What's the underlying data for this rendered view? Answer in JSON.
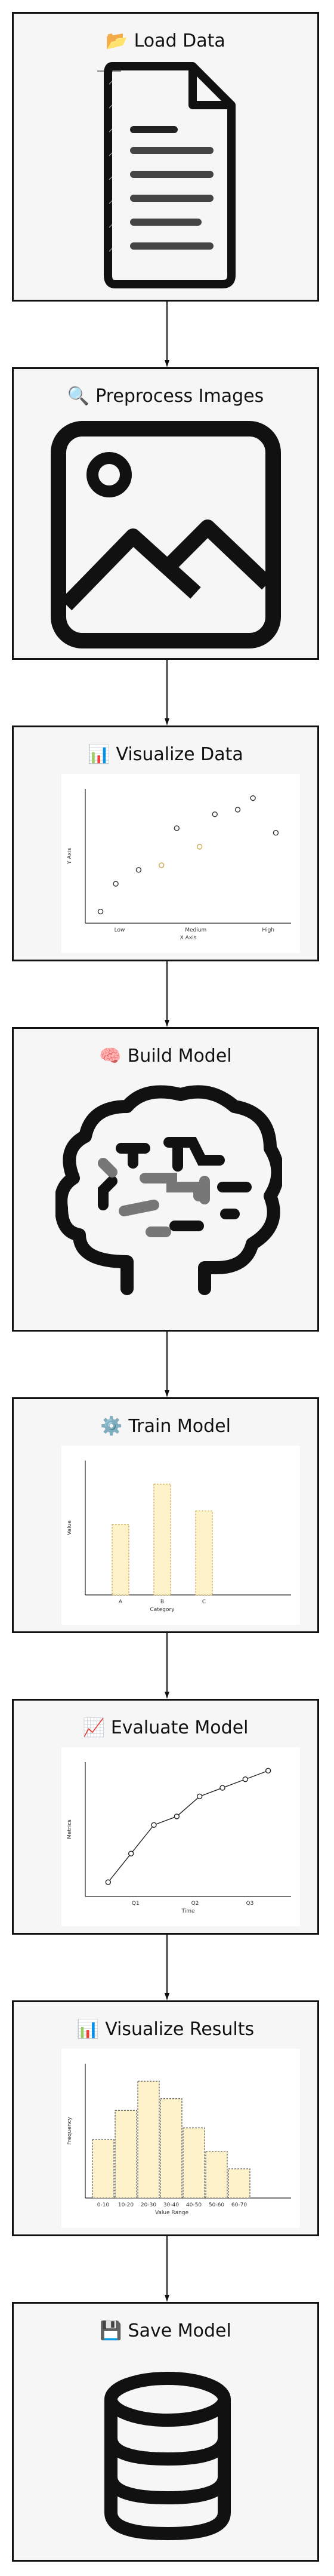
{
  "steps": [
    {
      "emoji": "📂",
      "label": "Load Data",
      "icon": "document-icon"
    },
    {
      "emoji": "🔍",
      "label": "Preprocess Images",
      "icon": "image-icon"
    },
    {
      "emoji": "📊",
      "label": "Visualize Data",
      "icon": "scatter-chart"
    },
    {
      "emoji": "🧠",
      "label": "Build Model",
      "icon": "brain-icon"
    },
    {
      "emoji": "⚙️",
      "label": "Train Model",
      "icon": "bar-chart"
    },
    {
      "emoji": "📈",
      "label": "Evaluate Model",
      "icon": "line-chart"
    },
    {
      "emoji": "📊",
      "label": "Visualize Results",
      "icon": "histogram-chart"
    },
    {
      "emoji": "💾",
      "label": "Save Model",
      "icon": "database-icon"
    }
  ],
  "chart_data": [
    {
      "type": "scatter",
      "xlabel": "X Axis",
      "ylabel": "Y Axis",
      "categories": [
        "Low",
        "Medium",
        "High"
      ],
      "points": [
        {
          "x": 0.0,
          "y": 1.0
        },
        {
          "x": 0.2,
          "y": 2.2
        },
        {
          "x": 0.5,
          "y": 2.8
        },
        {
          "x": 0.8,
          "y": 3.0
        },
        {
          "x": 1.0,
          "y": 4.6
        },
        {
          "x": 1.3,
          "y": 3.8
        },
        {
          "x": 1.5,
          "y": 5.2
        },
        {
          "x": 1.8,
          "y": 5.4
        },
        {
          "x": 2.0,
          "y": 5.9
        },
        {
          "x": 2.3,
          "y": 4.4
        }
      ],
      "accent_points": [
        3,
        5
      ],
      "point_color": "#333333",
      "accent_color": "#c9a84a"
    },
    {
      "type": "bar",
      "categories": [
        "A",
        "B",
        "C"
      ],
      "values": [
        21,
        33,
        25
      ],
      "xlabel": "Category",
      "ylabel": "Value",
      "bar_fill": "#fdf2c9",
      "bar_stroke": "#c9a84a"
    },
    {
      "type": "line",
      "x": [
        0,
        1,
        2,
        3,
        4,
        5,
        6,
        7
      ],
      "values": [
        1.0,
        2.0,
        3.0,
        3.3,
        4.0,
        4.3,
        4.6,
        4.9
      ],
      "categories": [
        "Q1",
        "Q2",
        "Q3"
      ],
      "xlabel": "Time",
      "ylabel": "Metrics"
    },
    {
      "type": "bar",
      "categories": [
        "0-10",
        "10-20",
        "20-30",
        "30-40",
        "40-50",
        "50-60",
        "60-70"
      ],
      "values": [
        10,
        15,
        20,
        17,
        12,
        8,
        5
      ],
      "xlabel": "Value Range",
      "ylabel": "Frequency",
      "bar_fill": "#fdf2c9",
      "bar_stroke": "#444444"
    }
  ]
}
